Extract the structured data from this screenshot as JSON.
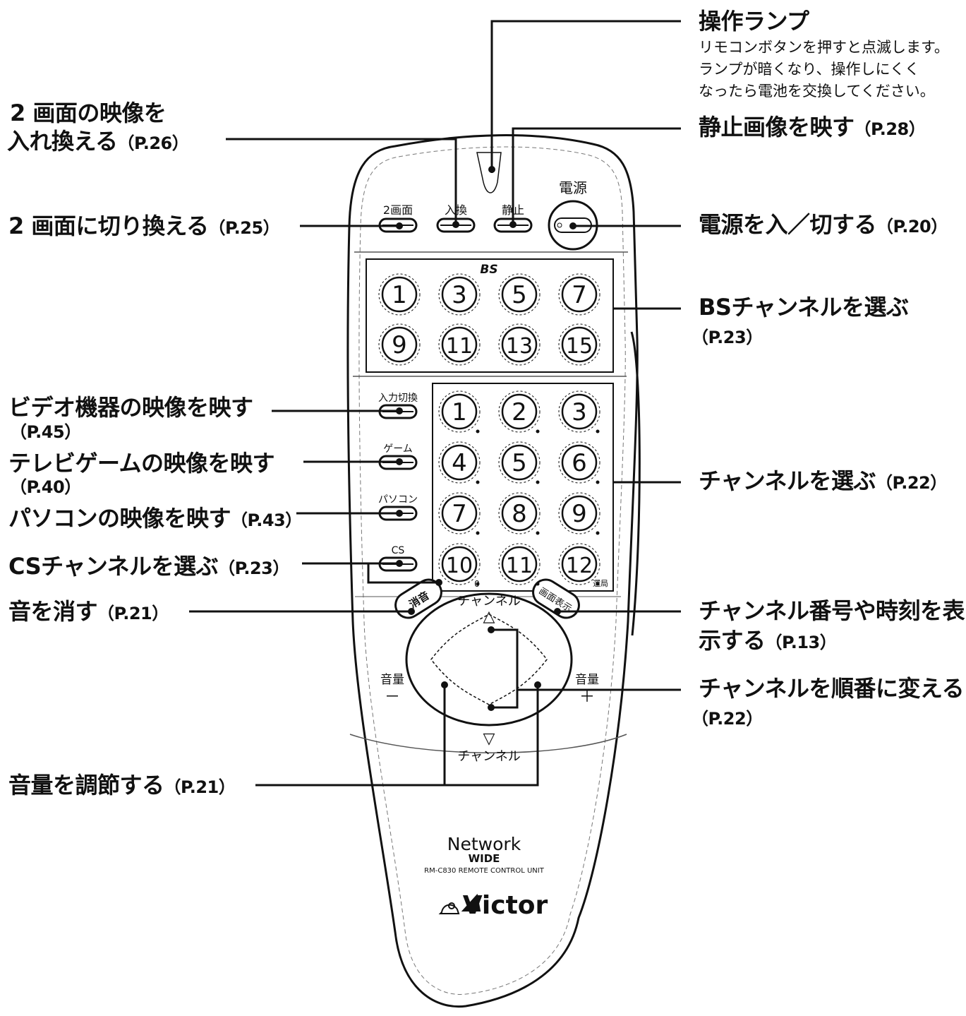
{
  "remote": {
    "power_label": "電源",
    "top_buttons": [
      "2画面",
      "入換",
      "静止"
    ],
    "bs_label": "BS",
    "bs_buttons": [
      "1",
      "3",
      "5",
      "7",
      "9",
      "11",
      "13",
      "15"
    ],
    "side_buttons": [
      "入力切換",
      "ゲーム",
      "パソコン",
      "CS"
    ],
    "num_buttons": [
      "1",
      "2",
      "3",
      "4",
      "5",
      "6",
      "7",
      "8",
      "9",
      "10",
      "11",
      "12"
    ],
    "zero_label": "0",
    "select_label": "選局",
    "mute_label": "消音",
    "display_label": "画面表示",
    "ch_up_label": "チャンネル",
    "ch_up_arrow": "△",
    "ch_down_label": "チャンネル",
    "ch_down_arrow": "▽",
    "vol_minus_label": "音量",
    "vol_minus_sign": "－",
    "vol_plus_label": "音量",
    "vol_plus_sign": "＋",
    "brand_network": "Network",
    "brand_wide": "WIDE",
    "model": "RM-C830 REMOTE CONTROL UNIT",
    "brand": "Victor"
  },
  "callouts": {
    "lamp": {
      "title": "操作ランプ",
      "notes": [
        "リモコンボタンを押すと点滅します。",
        "ランプが暗くなり、操作しにくく",
        "なったら電池を交換してください。"
      ]
    },
    "swap": {
      "line1": "2 画面の映像を",
      "line2": "入れ換える",
      "page": "（P.26）"
    },
    "freeze": {
      "text": "静止画像を映す",
      "page": "（P.28）"
    },
    "two_screen": {
      "text": "2 画面に切り換える",
      "page": "（P.25）"
    },
    "power": {
      "text": "電源を入／切する",
      "page": "（P.20）"
    },
    "bs": {
      "text": "BSチャンネルを選ぶ",
      "page": "（P.23）"
    },
    "video": {
      "text": "ビデオ機器の映像を映す",
      "page": "（P.45）"
    },
    "game": {
      "text": "テレビゲームの映像を映す",
      "page": "（P.40）"
    },
    "channel": {
      "text": "チャンネルを選ぶ",
      "page": "（P.22）"
    },
    "pc": {
      "text": "パソコンの映像を映す",
      "page": "（P.43）"
    },
    "cs": {
      "text": "CSチャンネルを選ぶ",
      "page": "（P.23）"
    },
    "mute": {
      "text": "音を消す",
      "page": "（P.21）"
    },
    "display": {
      "line1": "チャンネル番号や時刻を表",
      "line2": "示する",
      "page": "（P.13）"
    },
    "ch_updown": {
      "text": "チャンネルを順番に変える",
      "page": "（P.22）"
    },
    "volume": {
      "text": "音量を調節する",
      "page": "（P.21）"
    }
  }
}
